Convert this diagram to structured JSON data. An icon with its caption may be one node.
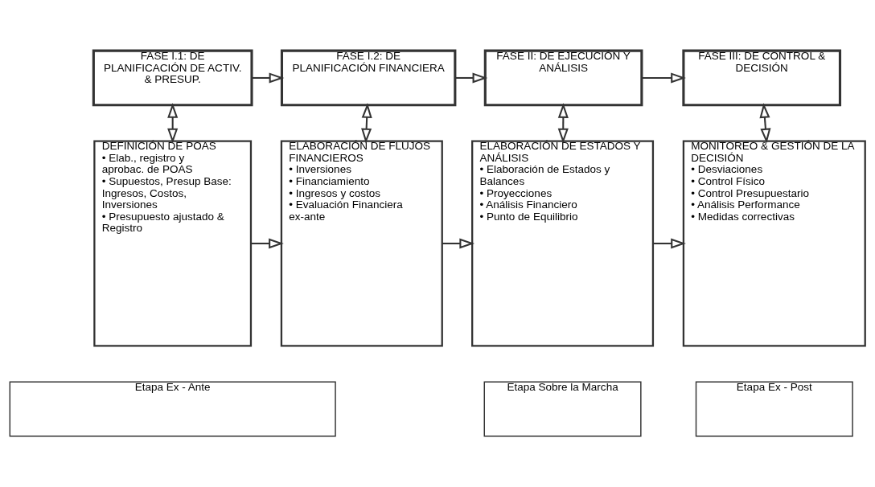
{
  "diagram": {
    "nodes": [
      {
        "text": [
          "FASE I.1: DE PLANIFICACIÓN DE ACTIV. & PRESUP."
        ]
      },
      {
        "text": [
          "FASE I.2: DE PLANIFICACIÓN FINANCIERA"
        ]
      },
      {
        "text": [
          "FASE II: DE EJECUCIÓN Y ANÁLISIS"
        ]
      },
      {
        "text": [
          "FASE III: DE CONTROL & DECISIÓN"
        ]
      },
      {
        "text": [
          "DEFINICIÓN DE POAS",
          "• Elab., registro y aprobac. de POAS",
          "• Supuestos, Presup Base: Ingresos, Costos, Inversiones",
          "• Presupuesto ajustado & Registro"
        ]
      },
      {
        "text": [
          "ELABORACIÓN DE FLUJOS FINANCIEROS",
          "• Inversiones",
          "• Financiamiento",
          "• Ingresos y costos",
          "• Evaluación Financiera ex-ante"
        ]
      },
      {
        "text": [
          "ELABORACIÓN DE ESTADOS Y ANÁLISIS",
          "• Elaboración de Estados y Balances",
          "• Proyecciones",
          "• Análisis Financiero",
          "• Punto de Equilibrio"
        ]
      },
      {
        "text": [
          "MONITOREO & GESTIÓN DE LA DECISIÓN",
          "• Desviaciones",
          "• Control Físico",
          "• Control Presupuestario",
          "• Análisis Performance",
          "• Medidas correctivas"
        ]
      },
      {
        "text": [
          "Etapa Ex - Ante"
        ]
      },
      {
        "text": [
          "Etapa Sobre la Marcha"
        ]
      },
      {
        "text": [
          "Etapa Ex - Post"
        ]
      }
    ],
    "edges": [
      {
        "from": 0,
        "to": 1,
        "arrow": "to"
      },
      {
        "from": 1,
        "to": 2,
        "arrow": "to"
      },
      {
        "from": 2,
        "to": 3,
        "arrow": "to"
      },
      {
        "from": 0,
        "to": 4,
        "arrow": "both"
      },
      {
        "from": 1,
        "to": 5,
        "arrow": "both"
      },
      {
        "from": 2,
        "to": 6,
        "arrow": "both"
      },
      {
        "from": 3,
        "to": 7,
        "arrow": "both"
      },
      {
        "from": 4,
        "to": 5,
        "arrow": "to"
      },
      {
        "from": 5,
        "to": 6,
        "arrow": "to"
      },
      {
        "from": 6,
        "to": 7,
        "arrow": "to"
      }
    ]
  }
}
